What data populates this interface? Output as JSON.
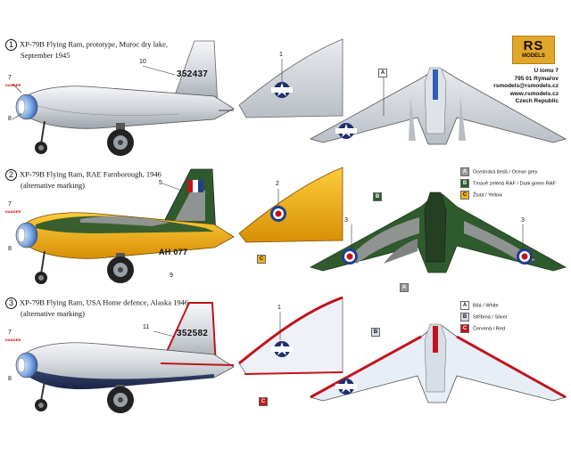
{
  "captions": {
    "c1_num": "1",
    "c1_line1": "XP-79B Flying Ram, prototype, Muroc dry lake,",
    "c1_line2": "September 1945",
    "c2_num": "2",
    "c2_line1": "XP-79B Flying Ram, RAE Farnborough, 1946",
    "c2_line2": "(alternative marking)",
    "c3_num": "3",
    "c3_line1": "XP-79B Flying Ram, USA Home defence, Alaska 1946",
    "c3_line2": "(alternative marking)"
  },
  "serials": {
    "s1": "352437",
    "s2": "AH 077",
    "s3": "352582"
  },
  "callouts": {
    "n1": "1",
    "n2": "2",
    "n3": "3",
    "n5": "5",
    "n7": "7",
    "n8": "8",
    "n9": "9",
    "n10": "10",
    "n11": "11",
    "danger": "DANGER"
  },
  "logo": {
    "rs": "RS",
    "models": "MODELS"
  },
  "address": [
    "U lomu 7",
    "795 01 Rýmařov",
    "rsmodels@rsmodels.cz",
    "www.rsmodels.cz",
    "Czech Republic"
  ],
  "legend1": [
    {
      "key": "A",
      "label": "Oceánská šedá / Ocean grey",
      "color": "#9a9a9a",
      "text_color": "#ffffff"
    },
    {
      "key": "B",
      "label": "Tmavě zelená RAF / Dark green RAF",
      "color": "#2f5a2e",
      "text_color": "#ffffff"
    },
    {
      "key": "C",
      "label": "Žlutá / Yellow",
      "color": "#f2b21a",
      "text_color": "#111111"
    }
  ],
  "legend2": [
    {
      "key": "A",
      "label": "Bílá / White",
      "color": "#ffffff",
      "text_color": "#111111"
    },
    {
      "key": "B",
      "label": "Stříbrná / Silver",
      "color": "#d4dae2",
      "text_color": "#111111"
    },
    {
      "key": "C",
      "label": "Červená / Red",
      "color": "#c0141c",
      "text_color": "#ffffff"
    }
  ],
  "markers": {
    "mA": "A",
    "mB": "B",
    "mC": "C"
  }
}
